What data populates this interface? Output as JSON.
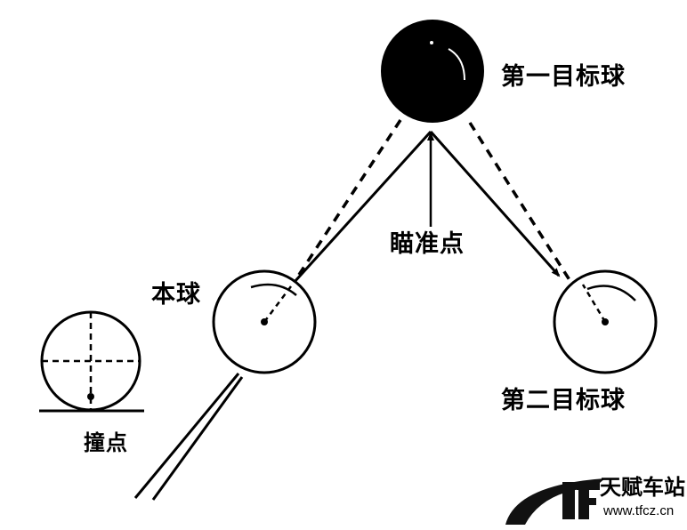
{
  "labels": {
    "first_target_ball": "第一目标球",
    "aim_point": "瞄准点",
    "cue_ball": "本球",
    "second_target_ball": "第二目标球",
    "contact_point": "撞点"
  },
  "watermark": {
    "logo_text": "TF",
    "name": "天赋车站",
    "url": "www.tfcz.cn"
  }
}
